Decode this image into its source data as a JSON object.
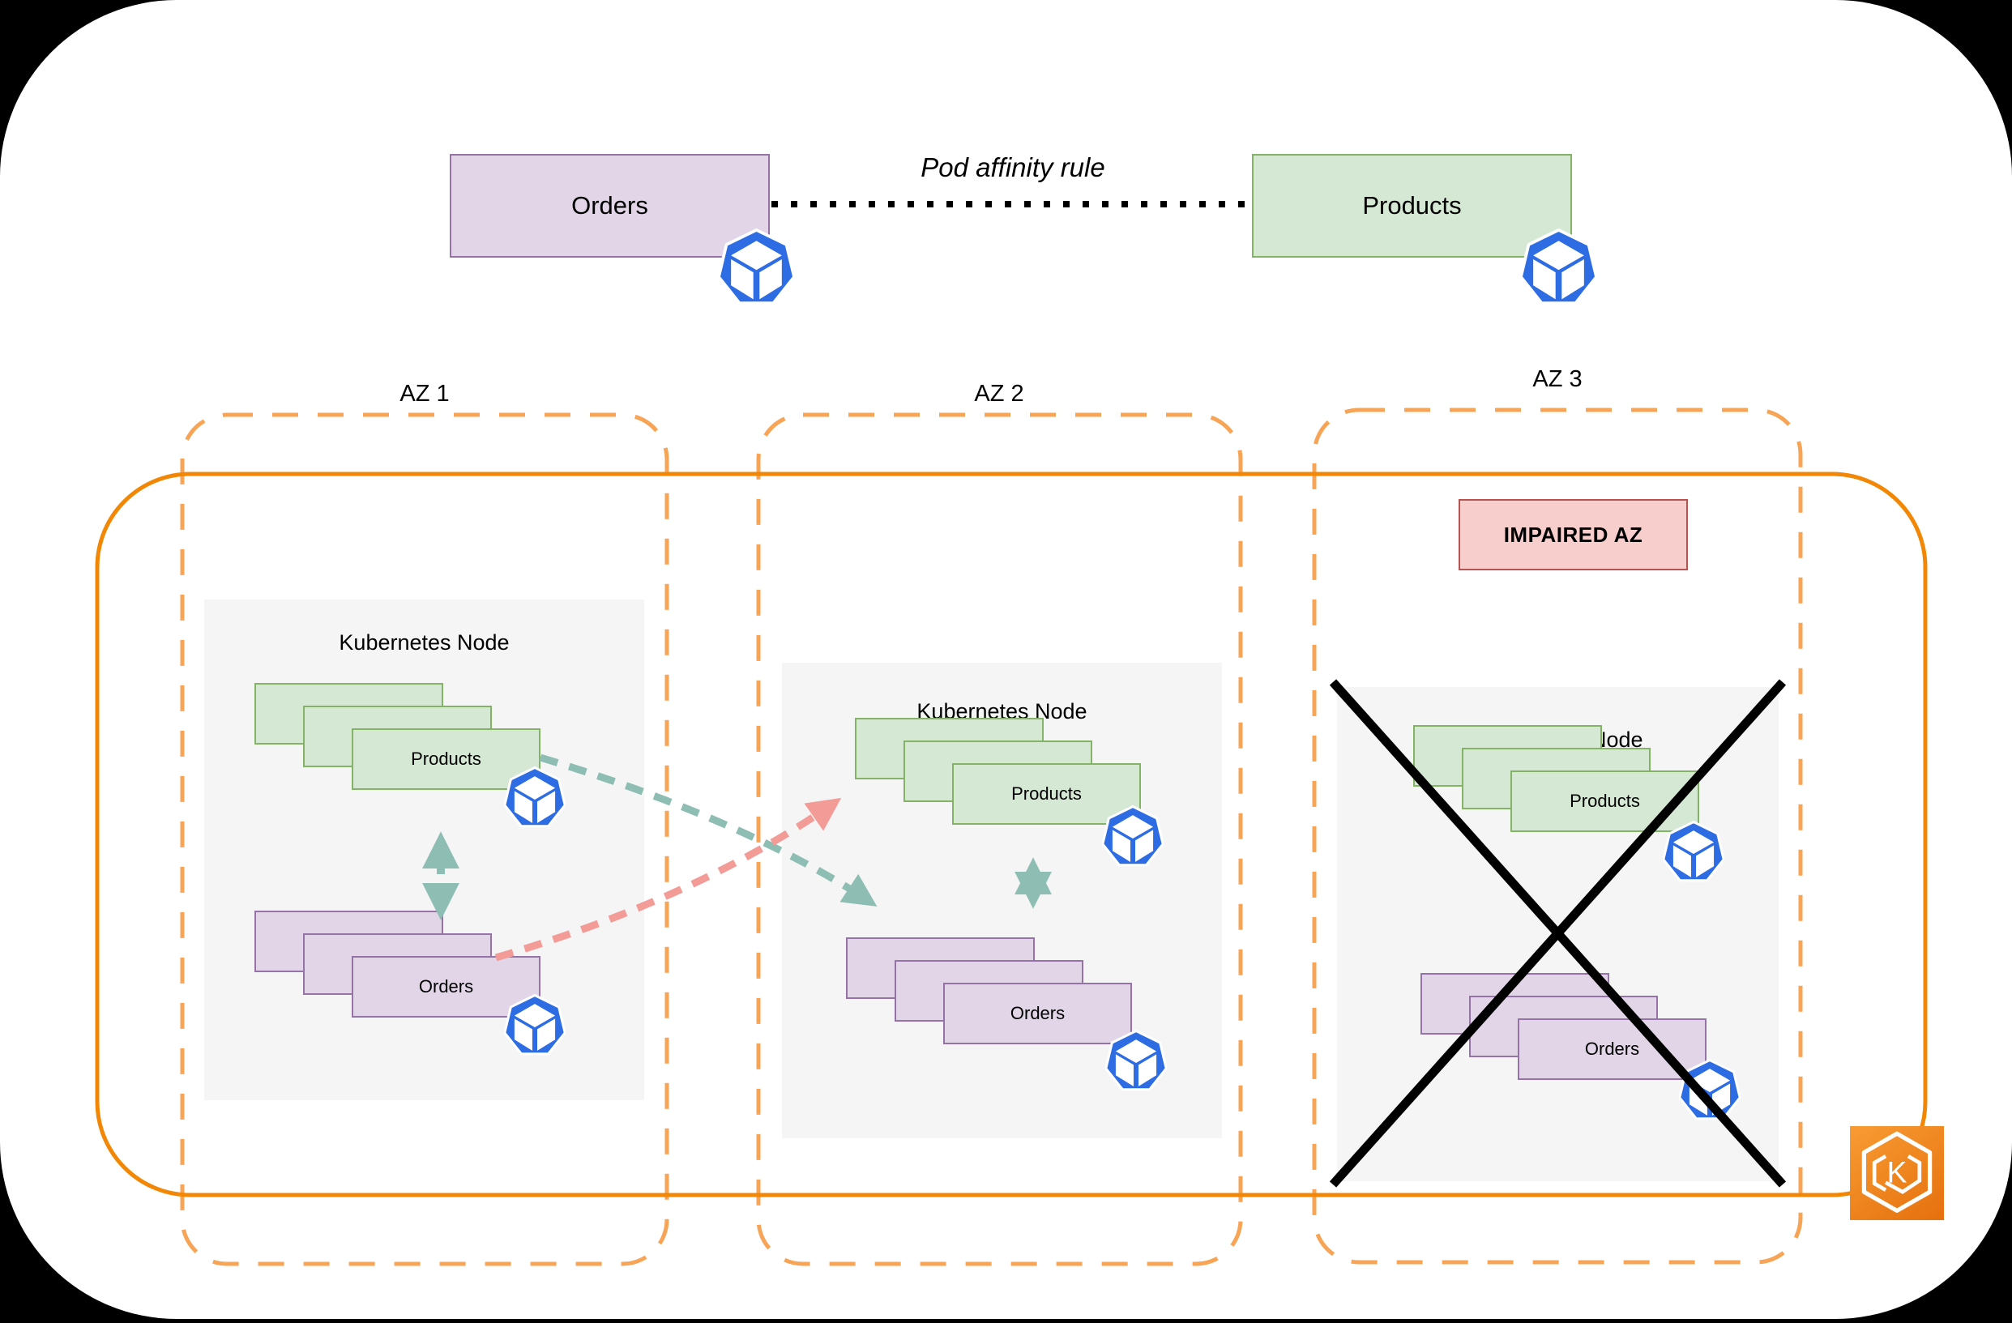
{
  "affinity": {
    "orders_label": "Orders",
    "products_label": "Products",
    "rule_label": "Pod affinity rule"
  },
  "zones": [
    {
      "label": "AZ 1",
      "node": {
        "title": "Kubernetes Node",
        "products": "Products",
        "orders": "Orders"
      }
    },
    {
      "label": "AZ 2",
      "node": {
        "title": "Kubernetes Node",
        "products": "Products",
        "orders": "Orders"
      }
    },
    {
      "label": "AZ 3",
      "impaired_label": "IMPAIRED AZ",
      "crossed_out": true,
      "node": {
        "title": "Kubernetes Node",
        "products": "Products",
        "orders": "Orders"
      }
    }
  ],
  "icons": {
    "pod": "kubernetes-pod",
    "eks": "amazon-eks",
    "eks_letter": "K"
  },
  "colors": {
    "canvas": "#FFFFFF",
    "outer": "#000000",
    "products_fill": "#D5E8D4",
    "products_border": "#82B366",
    "orders_fill": "#E1D5E7",
    "orders_border": "#9673A6",
    "node_fill": "#F5F5F5",
    "az_dashed": "#F7A457",
    "eks_boundary": "#F28705",
    "impaired_fill": "#F8CECC",
    "impaired_border": "#B85450",
    "affinity_arrow_teal": "#8EBDB4",
    "cross_az_arrow_pink": "#F29B97",
    "pod_blue": "#2D6CE2",
    "cross_out": "#000000"
  }
}
